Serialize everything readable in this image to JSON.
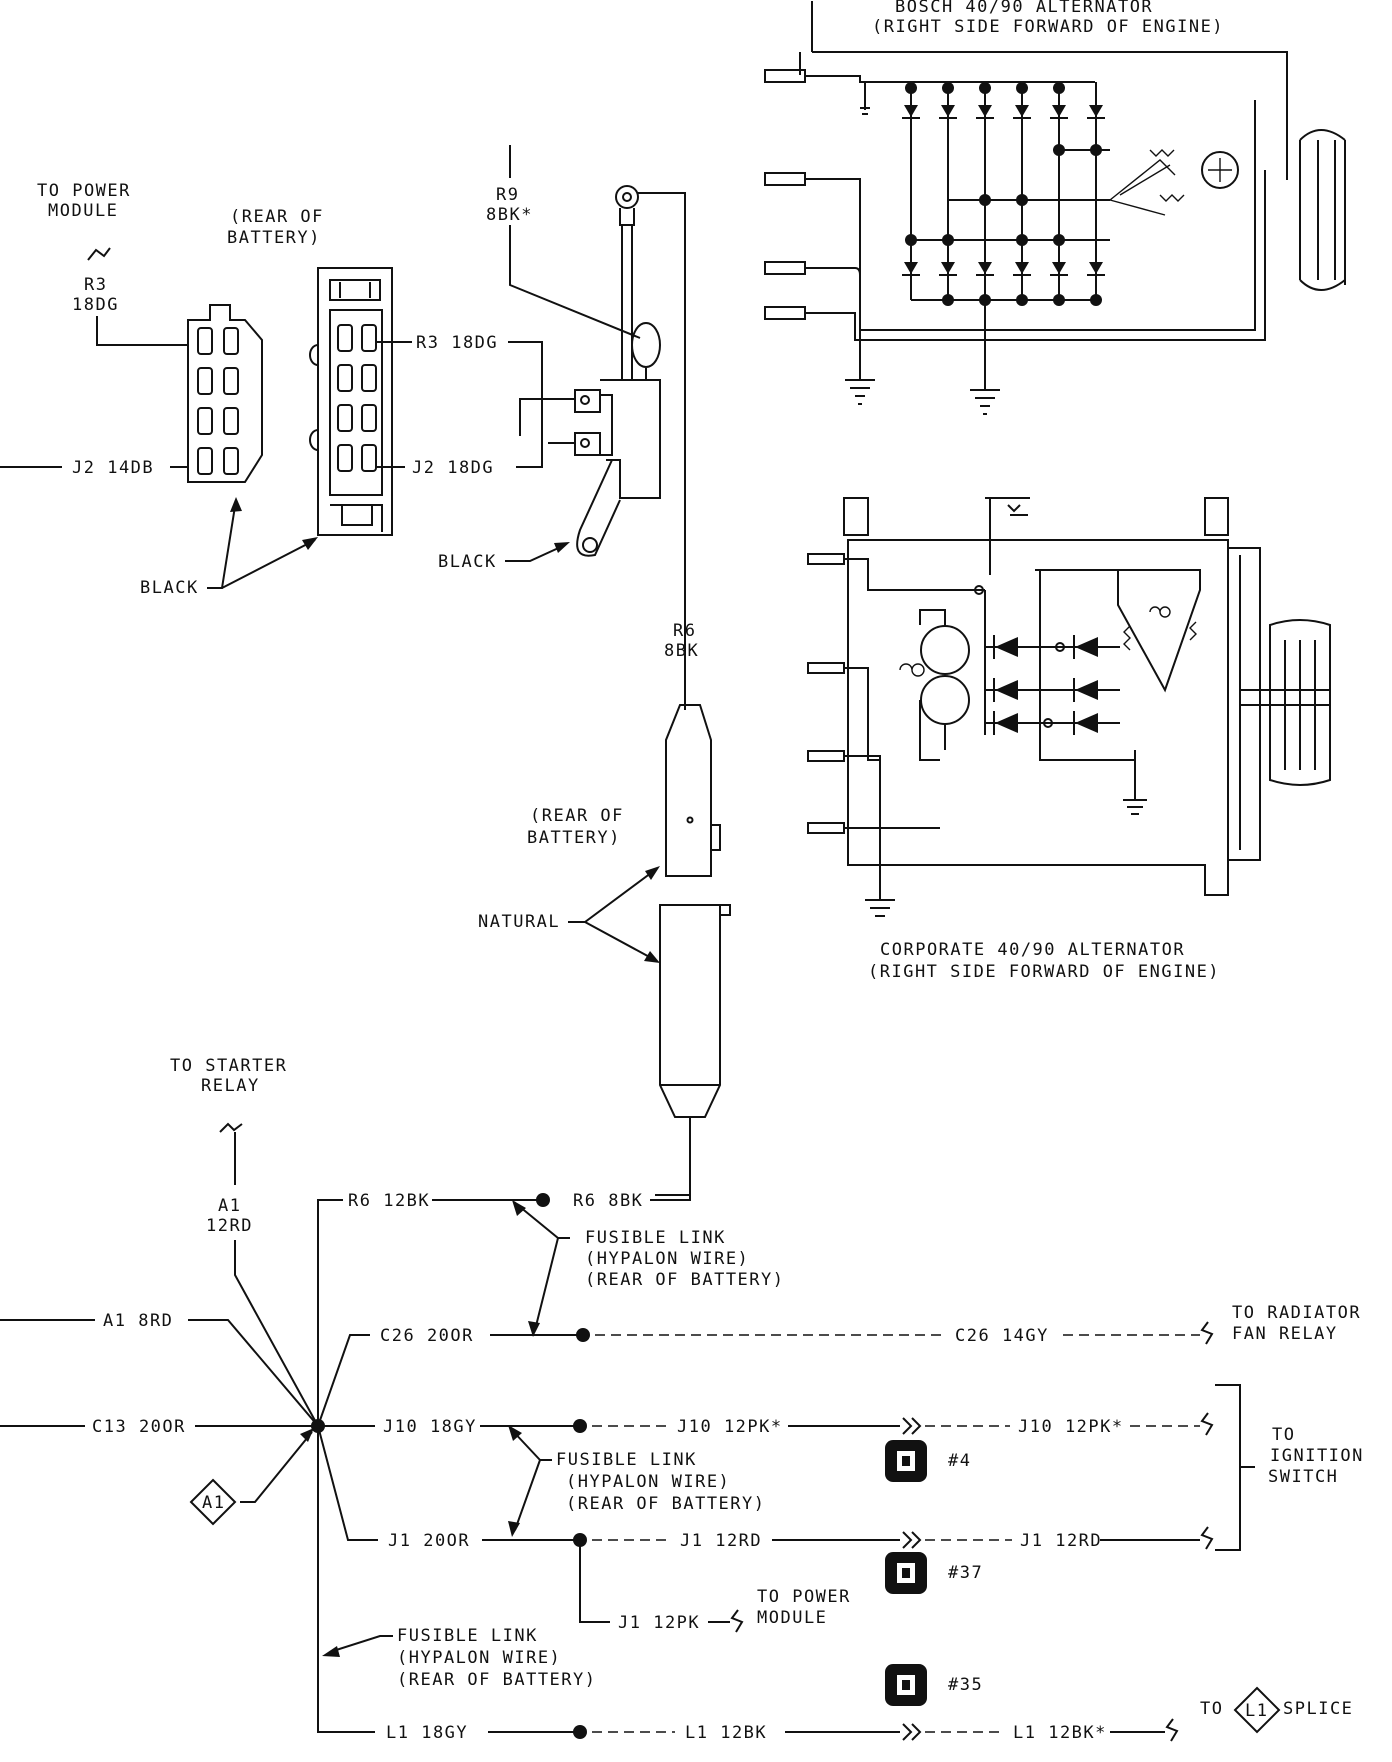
{
  "bosch": {
    "title": "BOSCH 40/90 ALTERNATOR",
    "location": "(RIGHT SIDE FORWARD OF ENGINE)"
  },
  "corporate": {
    "title": "CORPORATE 40/90 ALTERNATOR",
    "location": "(RIGHT SIDE FORWARD OF ENGINE)"
  },
  "connector_left": {
    "to_label_1": "TO POWER",
    "to_label_2": "MODULE",
    "wire_code": "R3",
    "wire_size": "18DG",
    "rear_label_1": "(REAR OF",
    "rear_label_2": "BATTERY)",
    "r3": "R3 18DG",
    "j2_left": "J2 14DB",
    "j2_right": "J2 18DG",
    "color": "BLACK"
  },
  "battery_post": {
    "r9_code": "R9",
    "r9_size": "8BK*",
    "color": "BLACK"
  },
  "natural_connector": {
    "r6_code": "R6",
    "r6_size": "8BK",
    "rear_label_1": "(REAR OF",
    "rear_label_2": "BATTERY)",
    "color": "NATURAL"
  },
  "splice": {
    "starter_1": "TO STARTER",
    "starter_2": "RELAY",
    "a1_code": "A1",
    "a1_size": "12RD",
    "r6_12bk": "R6 12BK",
    "r6_8bk": "R6 8BK",
    "fusible_1": [
      "FUSIBLE LINK",
      "(HYPALON WIRE)",
      "(REAR OF BATTERY)"
    ],
    "fusible_2": [
      "FUSIBLE LINK",
      "(HYPALON WIRE)",
      "(REAR OF BATTERY)"
    ],
    "fusible_3": [
      "FUSIBLE LINK",
      "(HYPALON WIRE)",
      "(REAR OF BATTERY)"
    ],
    "a1_8rd": "A1 8RD",
    "c13": "C13 20OR",
    "c26_20": "C26 20OR",
    "c26_14": "C26 14GY",
    "radiator_1": "TO RADIATOR",
    "radiator_2": "FAN RELAY",
    "j10_18": "J10 18GY",
    "j10_12a": "J10 12PK*",
    "j10_12b": "J10 12PK*",
    "j1_20": "J1 20OR",
    "j1_12rd_a": "J1 12RD",
    "j1_12rd_b": "J1 12RD",
    "j1_12pk": "J1 12PK",
    "pm_1": "TO POWER",
    "pm_2": "MODULE",
    "ign_1": "TO",
    "ign_2": "IGNITION",
    "ign_3": "SWITCH",
    "l1_18": "L1 18GY",
    "l1_12": "L1 12BK",
    "l1_12b": "L1 12BK*",
    "to": "TO",
    "l1_tag": "L1",
    "splice": "SPLICE",
    "a1_tag": "A1",
    "c4": "#4",
    "c37": "#37",
    "c35": "#35"
  }
}
